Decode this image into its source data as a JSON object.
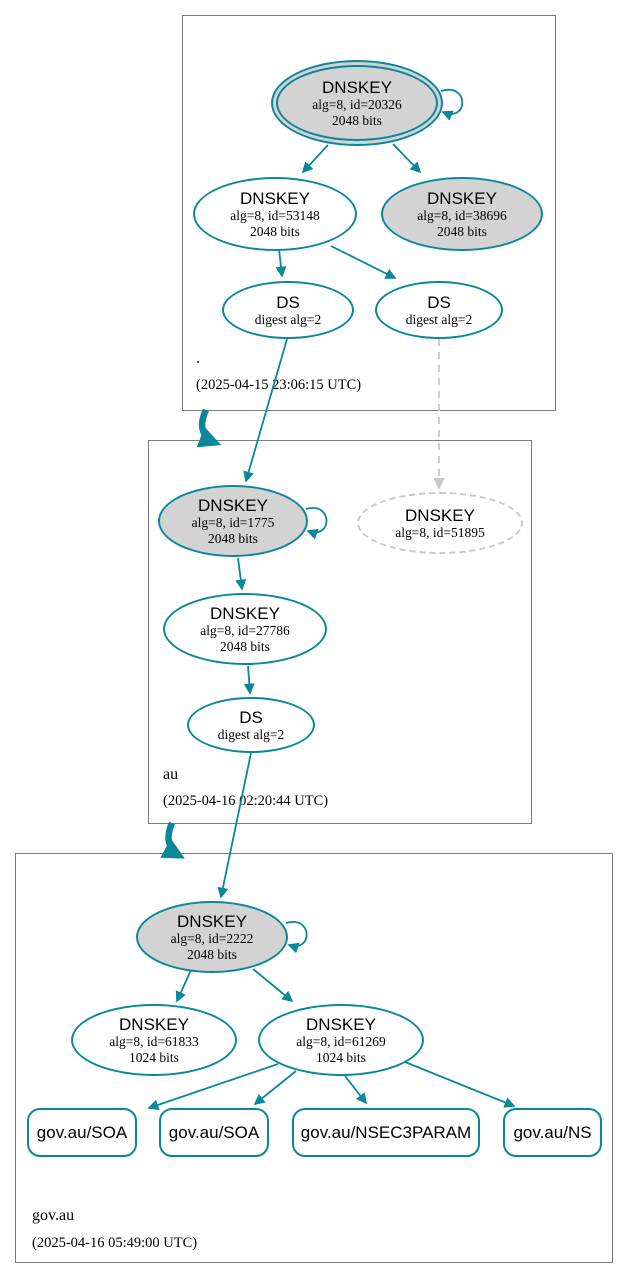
{
  "colors": {
    "secure_edge": "#0a879a",
    "key_fill_gray": "#d3d3d3",
    "missing_key_gray": "#c9c9c9",
    "zone_box_border": "#7b7b7b"
  },
  "zones": [
    {
      "name": ".",
      "timestamp": "(2025-04-15 23:06:15 UTC)",
      "nodes": {
        "ksk": {
          "title": "DNSKEY",
          "line2": "alg=8, id=20326",
          "line3": "2048 bits"
        },
        "zsk": {
          "title": "DNSKEY",
          "line2": "alg=8, id=53148",
          "line3": "2048 bits"
        },
        "key38696": {
          "title": "DNSKEY",
          "line2": "alg=8, id=38696",
          "line3": "2048 bits"
        },
        "ds1": {
          "title": "DS",
          "line2": "digest alg=2"
        },
        "ds2": {
          "title": "DS",
          "line2": "digest alg=2"
        }
      }
    },
    {
      "name": "au",
      "timestamp": "(2025-04-16 02:20:44 UTC)",
      "nodes": {
        "ksk": {
          "title": "DNSKEY",
          "line2": "alg=8, id=1775",
          "line3": "2048 bits"
        },
        "missing": {
          "title": "DNSKEY",
          "line2": "alg=8, id=51895"
        },
        "zsk": {
          "title": "DNSKEY",
          "line2": "alg=8, id=27786",
          "line3": "2048 bits"
        },
        "ds": {
          "title": "DS",
          "line2": "digest alg=2"
        }
      }
    },
    {
      "name": "gov.au",
      "timestamp": "(2025-04-16 05:49:00 UTC)",
      "nodes": {
        "ksk": {
          "title": "DNSKEY",
          "line2": "alg=8, id=2222",
          "line3": "2048 bits"
        },
        "zsk1": {
          "title": "DNSKEY",
          "line2": "alg=8, id=61833",
          "line3": "1024 bits"
        },
        "zsk2": {
          "title": "DNSKEY",
          "line2": "alg=8, id=61269",
          "line3": "1024 bits"
        },
        "rr_soa1": {
          "label": "gov.au/SOA"
        },
        "rr_soa2": {
          "label": "gov.au/SOA"
        },
        "rr_nsec3param": {
          "label": "gov.au/NSEC3PARAM"
        },
        "rr_ns": {
          "label": "gov.au/NS"
        }
      }
    }
  ]
}
